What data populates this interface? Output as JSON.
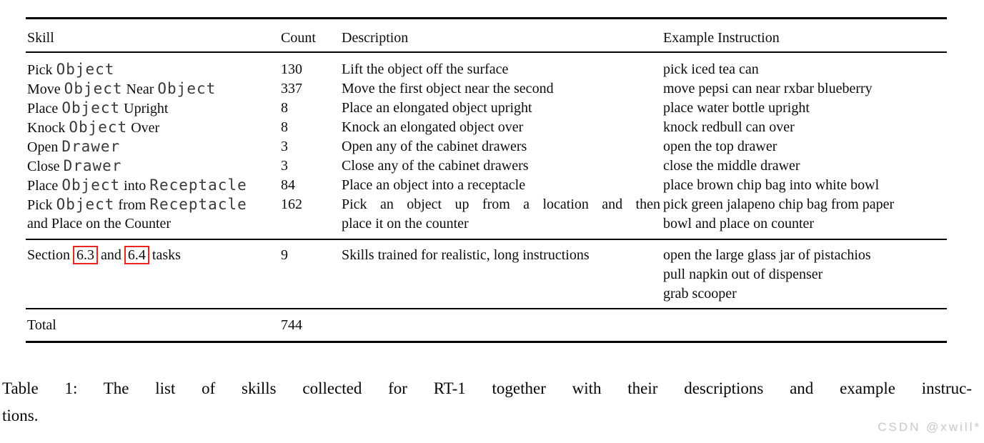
{
  "table": {
    "headers": {
      "skill": "Skill",
      "count": "Count",
      "description": "Description",
      "example": "Example Instruction"
    },
    "rows": [
      {
        "skill": [
          "Pick ",
          "Object"
        ],
        "count": "130",
        "description": "Lift the object off the surface",
        "example": "pick iced tea can"
      },
      {
        "skill": [
          "Move ",
          "Object",
          " Near ",
          "Object"
        ],
        "count": "337",
        "description": "Move the first object near the second",
        "example": "move pepsi can near rxbar blueberry"
      },
      {
        "skill": [
          "Place ",
          "Object",
          " Upright"
        ],
        "count": "8",
        "description": "Place an elongated object upright",
        "example": "place water bottle upright"
      },
      {
        "skill": [
          "Knock ",
          "Object",
          " Over"
        ],
        "count": "8",
        "description": "Knock an elongated object over",
        "example": "knock redbull can over"
      },
      {
        "skill": [
          "Open ",
          "Drawer"
        ],
        "count": "3",
        "description": "Open any of the cabinet drawers",
        "example": "open the top drawer"
      },
      {
        "skill": [
          "Close ",
          "Drawer"
        ],
        "count": "3",
        "description": "Close any of the cabinet drawers",
        "example": "close the middle drawer"
      },
      {
        "skill": [
          "Place ",
          "Object",
          " into ",
          "Receptacle"
        ],
        "count": "84",
        "description": "Place an object into a receptacle",
        "example": "place brown chip bag into white bowl"
      }
    ],
    "row_pick_place": {
      "skill_line1": [
        "Pick ",
        "Object",
        " from ",
        "Receptacle"
      ],
      "skill_line2": "and Place on the Counter",
      "count": "162",
      "description_line1": "Pick an object up from a location and then",
      "description_line2": "place it on the counter",
      "example_line1": "pick green jalapeno chip bag from paper",
      "example_line2": "bowl and place on counter"
    },
    "section_row": {
      "prefix": "Section",
      "link1": "6.3",
      "mid": "and",
      "link2": "6.4",
      "suffix": "tasks",
      "count": "9",
      "description": "Skills trained for realistic, long instructions",
      "examples": [
        "open the large glass jar of pistachios",
        "pull napkin out of dispenser",
        "grab scooper"
      ]
    },
    "total_row": {
      "label": "Total",
      "count": "744"
    }
  },
  "caption": {
    "line1": "Table 1: The list of skills collected for RT-1 together with their descriptions and example instruc-",
    "line2": "tions."
  },
  "watermark": {
    "text": "CSDN @xwill*"
  },
  "colors": {
    "link_box": "#e8251f",
    "rule": "#000000",
    "watermark": "#cbcbcb"
  }
}
